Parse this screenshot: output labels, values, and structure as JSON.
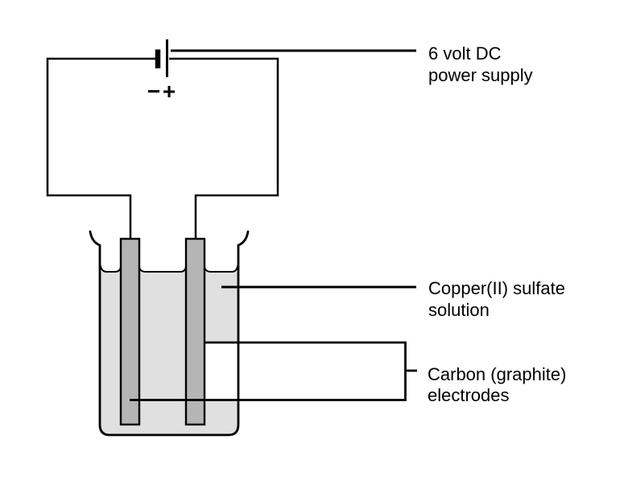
{
  "diagram": {
    "kind": "electrolysis-of-copper-sulfate-circuit",
    "colors": {
      "line": "#000000",
      "solution_fill": "#e0e0e0",
      "electrode_fill": "#b5b5b5",
      "callout_box_fill": "#ffffff",
      "background": "#ffffff"
    },
    "power_supply": {
      "label_line1": "6 volt DC",
      "label_line2": "power supply",
      "negative_sign": "−",
      "positive_sign": "+"
    },
    "solution": {
      "label_line1": "Copper(II) sulfate",
      "label_line2": "solution"
    },
    "electrodes": {
      "label_line1": "Carbon (graphite)",
      "label_line2": "electrodes"
    }
  }
}
